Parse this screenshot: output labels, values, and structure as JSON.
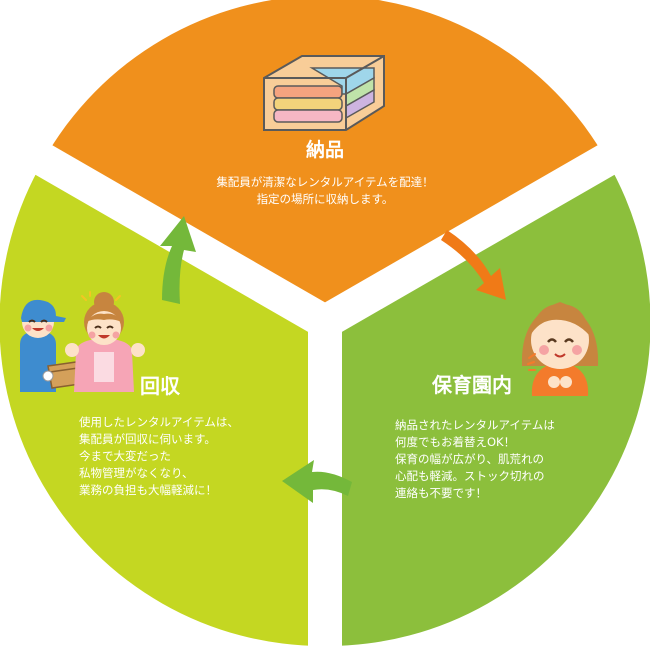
{
  "colors": {
    "top_segment": "#f0901c",
    "right_segment": "#8cbf3c",
    "left_segment": "#c4d722",
    "arrow_orange": "#f07a17",
    "arrow_green": "#74b83a",
    "text": "#ffffff"
  },
  "segments": {
    "delivery": {
      "title": "納品",
      "lines": [
        "集配員が清潔なレンタルアイテムを配達！",
        "指定の場所に収納します。"
      ],
      "icon": "folded-towels-box-icon"
    },
    "nursery": {
      "title": "保育園内",
      "lines": [
        "納品されたレンタルアイテムは",
        "何度でもお着替えOK！",
        "保育の幅が広がり、肌荒れの",
        "心配も軽減。ストック切れの",
        "連絡も不要です！"
      ],
      "icon": "smiling-girl-icon"
    },
    "collection": {
      "title": "回収",
      "lines": [
        "使用したレンタルアイテムは、",
        "集配員が回収に伺います。",
        "今まで大変だった",
        "私物管理がなくなり、",
        "業務の負担も大幅軽減に！"
      ],
      "icon": "delivery-staff-and-teacher-icon"
    }
  },
  "arrows": [
    "arrow-delivery-to-nursery-icon",
    "arrow-nursery-to-collection-icon",
    "arrow-collection-to-delivery-icon"
  ]
}
